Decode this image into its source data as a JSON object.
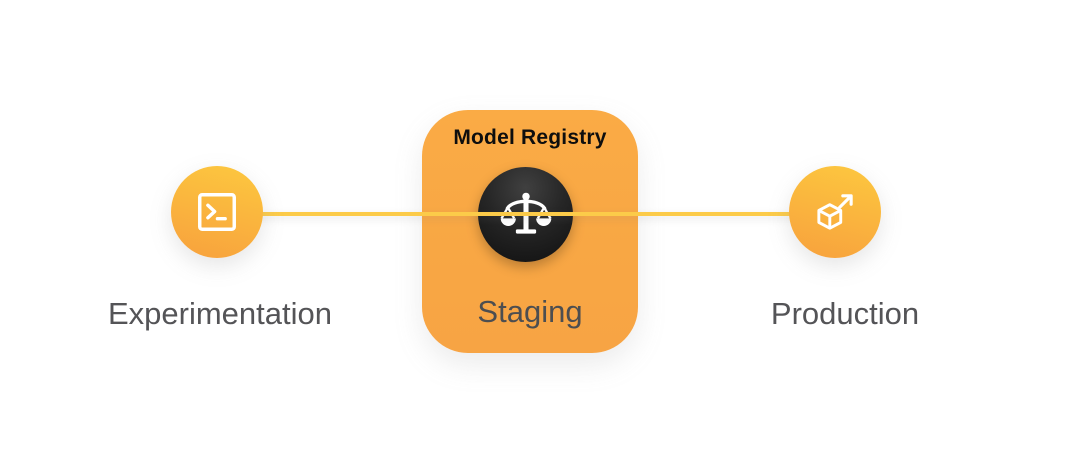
{
  "diagram": {
    "stages": [
      {
        "id": "experimentation",
        "label": "Experimentation",
        "icon": "terminal-icon"
      },
      {
        "id": "staging",
        "label": "Staging",
        "badge": "Model Registry",
        "icon": "scales-icon"
      },
      {
        "id": "production",
        "label": "Production",
        "icon": "deploy-cube-icon"
      }
    ],
    "colors": {
      "background": "#FFFFFF",
      "node_gradient_start": "#FCC53F",
      "node_gradient_end": "#F8A43D",
      "card_fill_top": "#FAAB45",
      "card_fill_bottom": "#F7A444",
      "connector": "#FCCB49",
      "icon_circle_dark": "#1A1A1A",
      "icon_stroke": "#FFFFFF",
      "stage_label_text": "#545457",
      "card_title_text": "#0E0E0E"
    }
  }
}
